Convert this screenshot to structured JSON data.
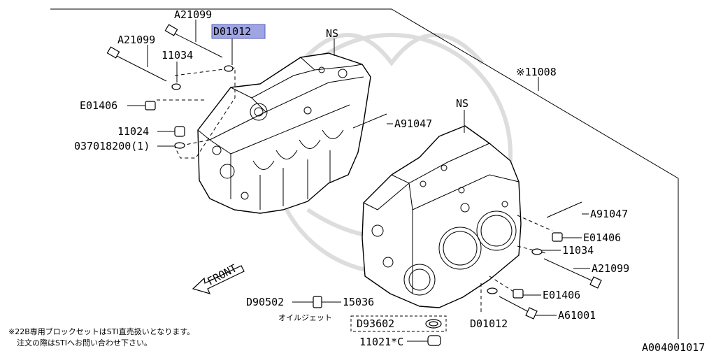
{
  "callouts": {
    "a21099_top": "A21099",
    "d01012_top": "D01012",
    "a21099_left": "A21099",
    "ns_top": "NS",
    "code_11034_left": "11034",
    "code_11008": "※11008",
    "e01406_left": "E01406",
    "ns_right": "NS",
    "a91047_upper": "A91047",
    "code_11024": "11024",
    "code_037018200": "037018200(1)",
    "a91047_right": "A91047",
    "e01406_right_upper": "E01406",
    "code_11034_right": "11034",
    "a21099_right": "A21099",
    "e01406_right_lower": "E01406",
    "d90502": "D90502",
    "code_15036": "15036",
    "a61001": "A61001",
    "d93602": "D93602",
    "d01012_bottom": "D01012",
    "code_11021": "11021*C",
    "front_arrow": "FRONT"
  },
  "oil_jet_label": "オイルジェット",
  "notes": [
    "※22B専用ブロックセットはSTI直売扱いとなります。",
    "注文の際はSTIへお問い合わせ下さい。"
  ],
  "diagram_id": "A004001017",
  "highlight_color": "#9fa4e3"
}
